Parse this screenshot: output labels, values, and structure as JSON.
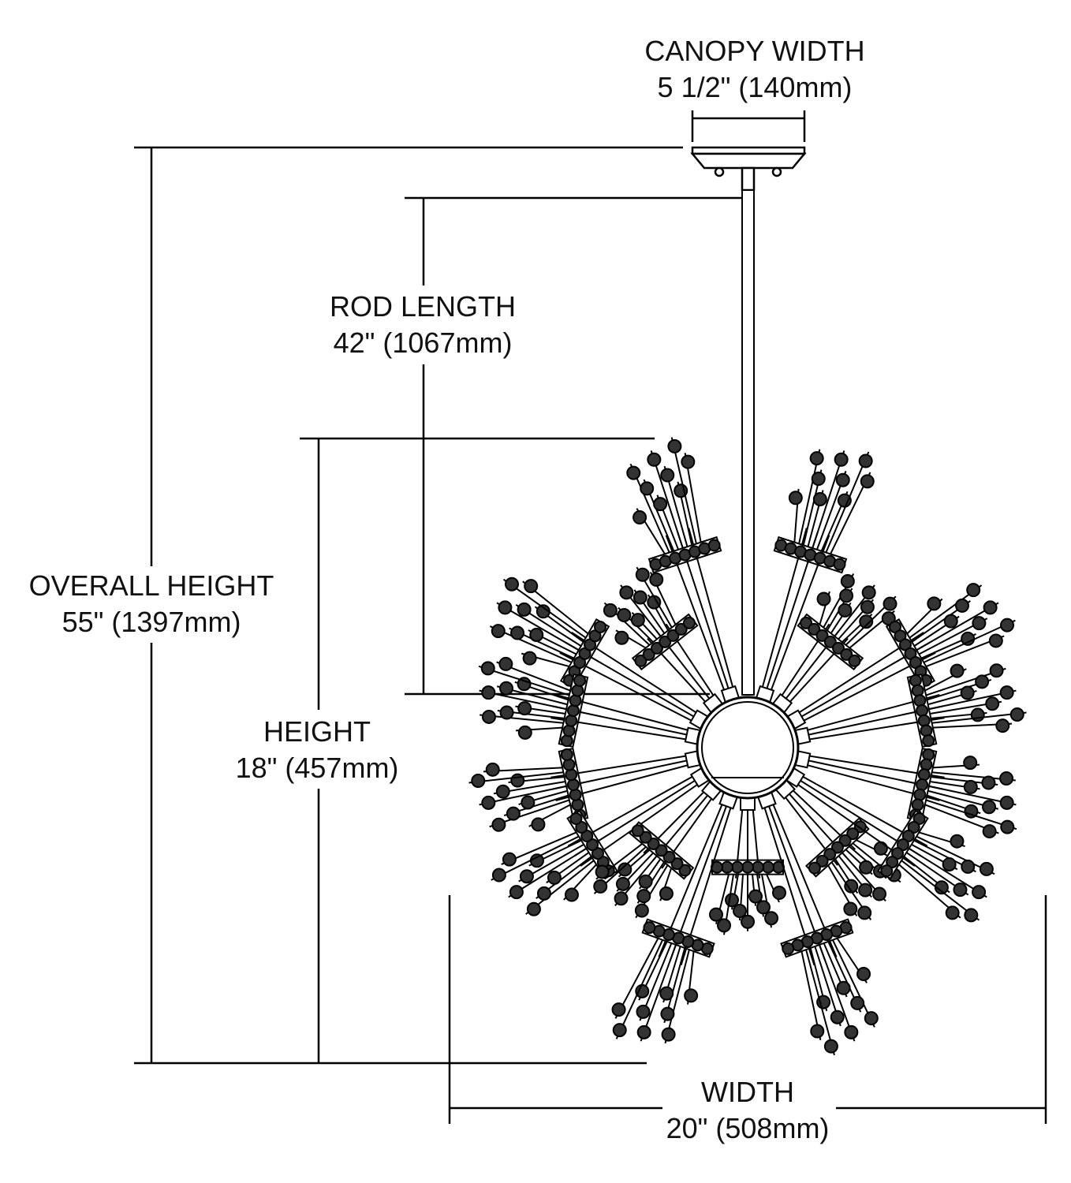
{
  "dimensions": {
    "canopy_width": {
      "label": "CANOPY WIDTH",
      "value": "5 1/2\" (140mm)"
    },
    "rod_length": {
      "label": "ROD LENGTH",
      "value": "42\" (1067mm)"
    },
    "overall_height": {
      "label": "OVERALL HEIGHT",
      "value": "55\" (1397mm)"
    },
    "height": {
      "label": "HEIGHT",
      "value": "18\" (457mm)"
    },
    "width": {
      "label": "WIDTH",
      "value": "20\" (508mm)"
    }
  },
  "colors": {
    "line": "#000000",
    "background": "#ffffff"
  }
}
